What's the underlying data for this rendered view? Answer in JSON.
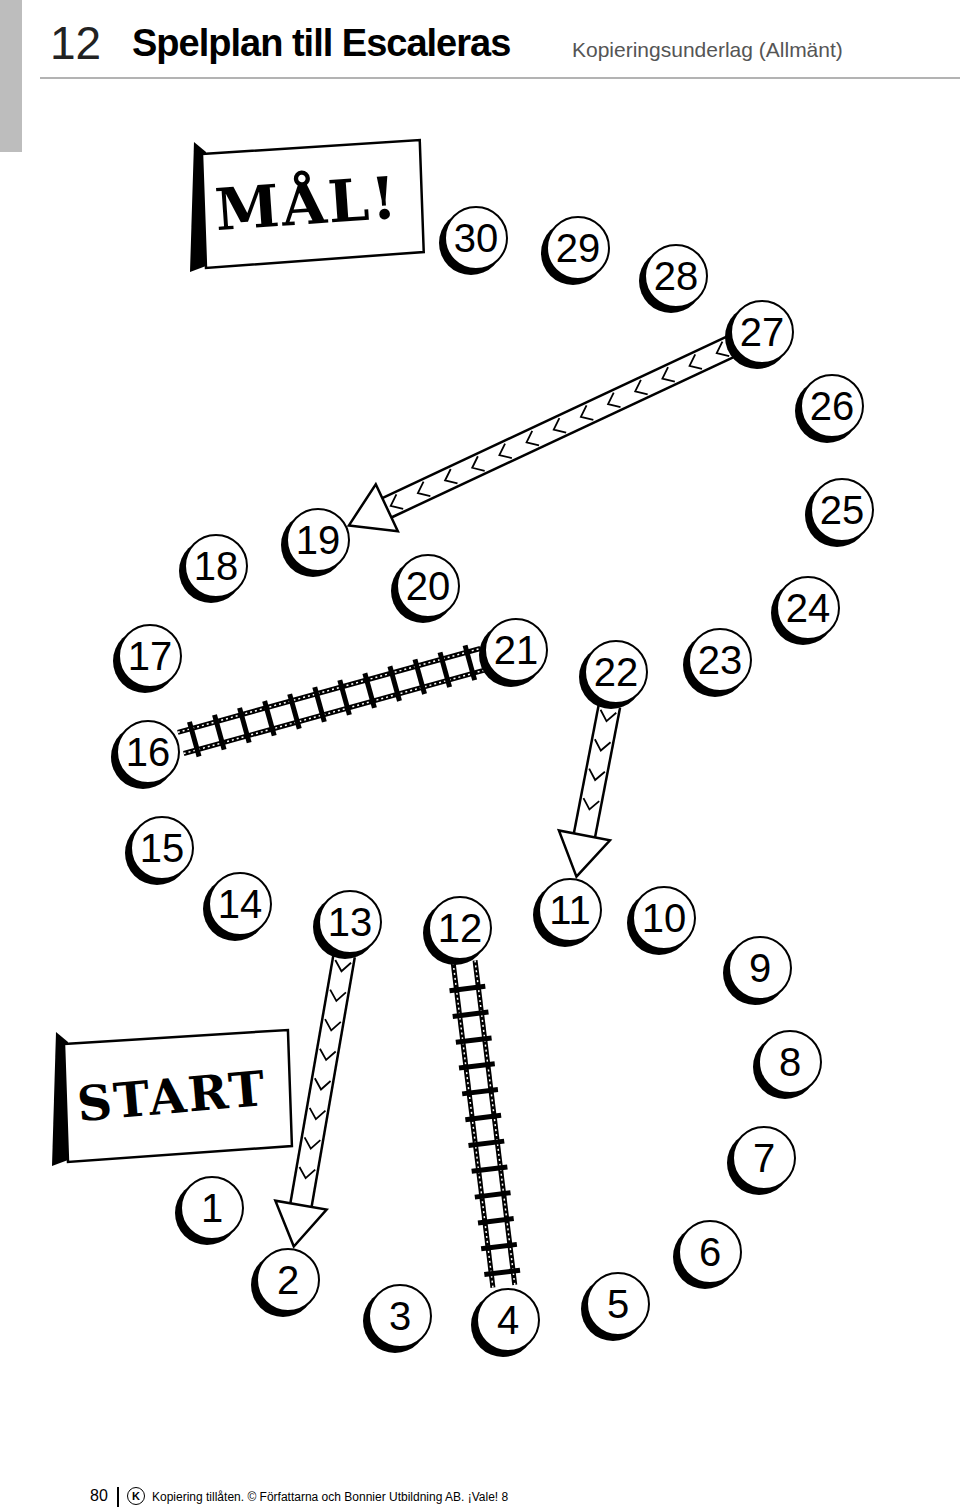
{
  "diagram": {
    "title": "Spelplan till Escaleras",
    "nodes": [
      {
        "text": [
          "MÅL!"
        ]
      },
      {
        "text": [
          "START"
        ]
      },
      {
        "text": [
          "1"
        ]
      },
      {
        "text": [
          "2"
        ]
      },
      {
        "text": [
          "3"
        ]
      },
      {
        "text": [
          "4"
        ]
      },
      {
        "text": [
          "5"
        ]
      },
      {
        "text": [
          "6"
        ]
      },
      {
        "text": [
          "7"
        ]
      },
      {
        "text": [
          "8"
        ]
      },
      {
        "text": [
          "9"
        ]
      },
      {
        "text": [
          "10"
        ]
      },
      {
        "text": [
          "11"
        ]
      },
      {
        "text": [
          "12"
        ]
      },
      {
        "text": [
          "13"
        ]
      },
      {
        "text": [
          "14"
        ]
      },
      {
        "text": [
          "15"
        ]
      },
      {
        "text": [
          "16"
        ]
      },
      {
        "text": [
          "17"
        ]
      },
      {
        "text": [
          "18"
        ]
      },
      {
        "text": [
          "19"
        ]
      },
      {
        "text": [
          "20"
        ]
      },
      {
        "text": [
          "21"
        ]
      },
      {
        "text": [
          "22"
        ]
      },
      {
        "text": [
          "23"
        ]
      },
      {
        "text": [
          "24"
        ]
      },
      {
        "text": [
          "25"
        ]
      },
      {
        "text": [
          "26"
        ]
      },
      {
        "text": [
          "27"
        ]
      },
      {
        "text": [
          "28"
        ]
      },
      {
        "text": [
          "29"
        ]
      },
      {
        "text": [
          "30"
        ]
      }
    ],
    "edges": [
      {
        "from": 28,
        "to": 20,
        "arrow": "to"
      },
      {
        "from": 23,
        "to": 12,
        "arrow": "to"
      },
      {
        "from": 14,
        "to": 3,
        "arrow": "to"
      },
      {
        "from": 17,
        "to": 22,
        "arrow": "none"
      },
      {
        "from": 5,
        "to": 13,
        "arrow": "none"
      }
    ],
    "labels": [
      "12",
      "Kopieringsunderlag (Allmänt)",
      "80",
      "K",
      "Kopiering tillåten. © Författarna och Bonnier Utbildning AB. ¡Vale! 8"
    ]
  }
}
